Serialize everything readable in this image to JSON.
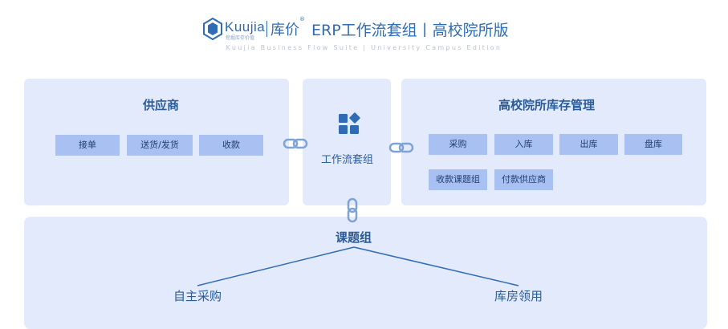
{
  "header": {
    "logo_text": "Kuujia",
    "logo_subtext": "挖掘库存价值",
    "logo_cn": "库价",
    "logo_reg": "®",
    "title": "ERP工作流套组丨高校院所版",
    "subtitle": "Kuujia Business Flow Suite | University Campus Edition"
  },
  "supplier": {
    "title": "供应商",
    "items": [
      "接单",
      "送货/发货",
      "收款"
    ]
  },
  "center": {
    "label": "工作流套组"
  },
  "campus": {
    "title": "高校院所库存管理",
    "items": [
      "采购",
      "入库",
      "出库",
      "盘库",
      "收款课题组",
      "付款供应商"
    ]
  },
  "bottom": {
    "title": "课题组",
    "left_branch": "自主采购",
    "right_branch": "库房领用"
  },
  "colors": {
    "panel_bg": "#e2eafb",
    "chip_bg": "#a9c0f3",
    "accent": "#2f6cb3",
    "text": "#2b5c9a"
  }
}
